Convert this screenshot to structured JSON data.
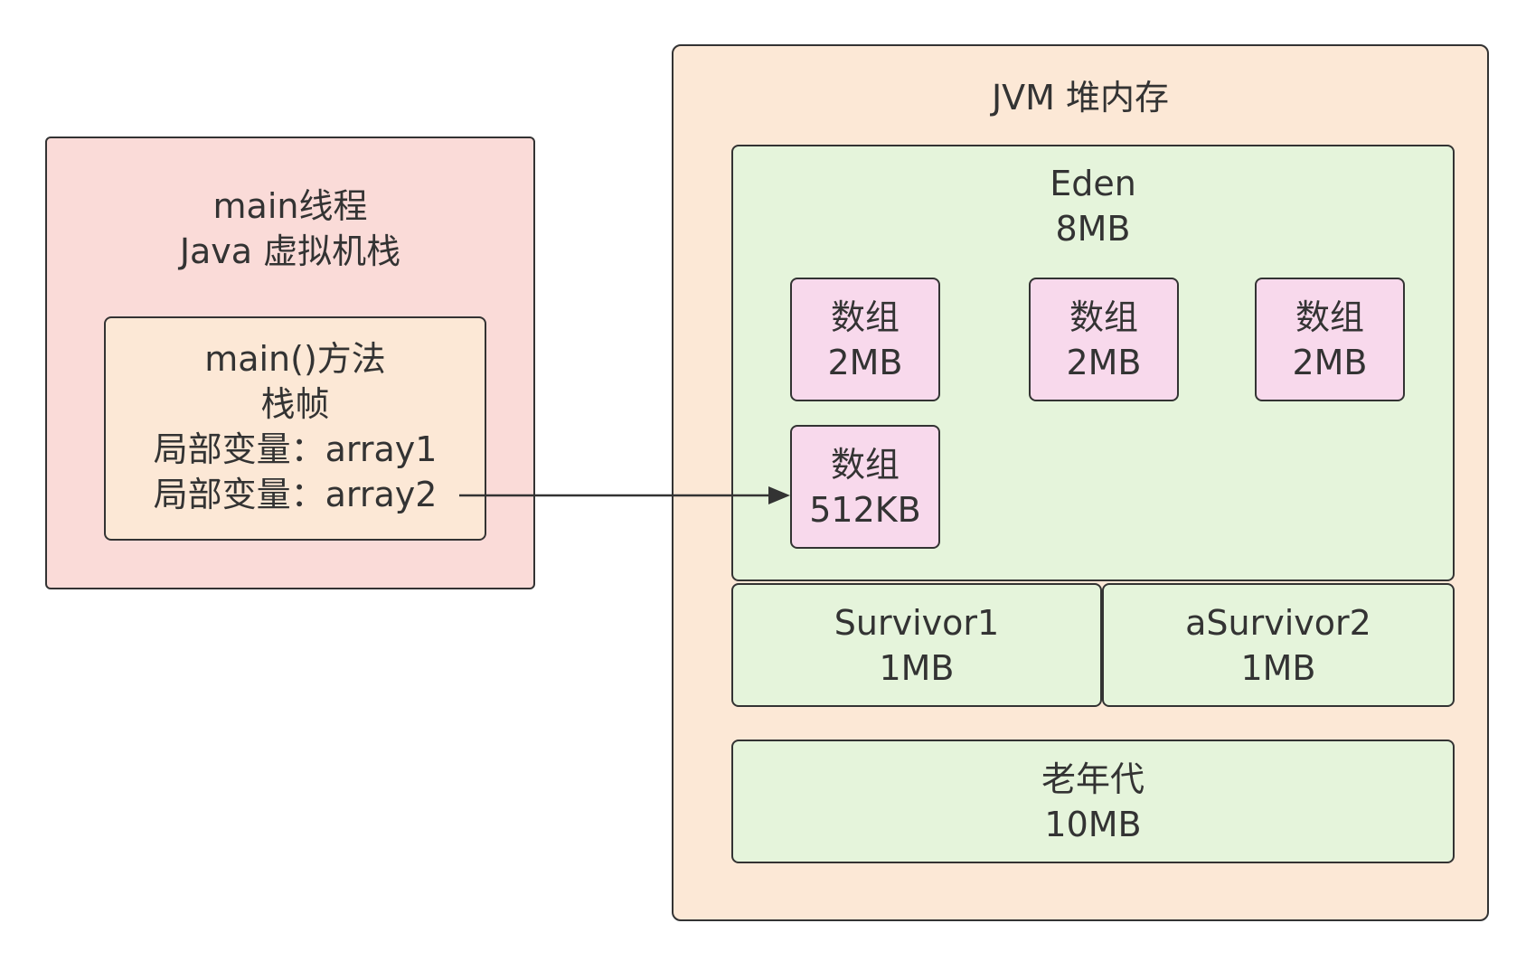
{
  "stack": {
    "thread_title": "main线程",
    "thread_subtitle": "Java 虚拟机栈",
    "frame": {
      "method": "main()方法",
      "frame_label": "栈帧",
      "var1": "局部变量：array1",
      "var2": "局部变量：array2"
    }
  },
  "heap": {
    "title": "JVM 堆内存",
    "eden": {
      "name": "Eden",
      "size": "8MB",
      "arrays": [
        {
          "name": "数组",
          "size": "2MB"
        },
        {
          "name": "数组",
          "size": "2MB"
        },
        {
          "name": "数组",
          "size": "2MB"
        },
        {
          "name": "数组",
          "size": "512KB"
        }
      ]
    },
    "survivor1": {
      "name": "Survivor1",
      "size": "1MB"
    },
    "survivor2": {
      "name": "aSurvivor2",
      "size": "1MB"
    },
    "old_gen": {
      "name": "老年代",
      "size": "10MB"
    }
  },
  "colors": {
    "stroke": "#333333",
    "thread_fill": "#fadbd8",
    "frame_fill": "#fce8d6",
    "heap_fill": "#fce8d6",
    "region_fill": "#e5f4db",
    "array_fill": "#f8d9ec"
  }
}
